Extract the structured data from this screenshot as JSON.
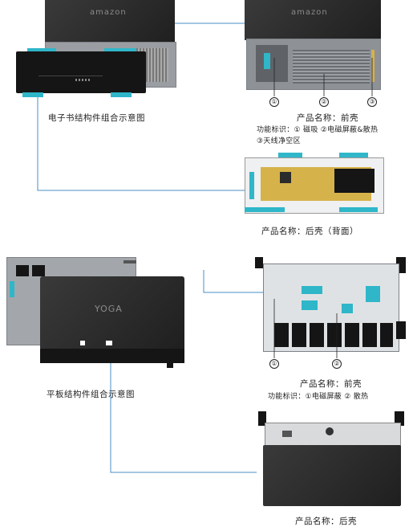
{
  "ereader": {
    "logo_left": "amazon",
    "logo_right": "amazon",
    "caption": "电子书结构件组合示意图",
    "front": {
      "product": "产品名称：前壳",
      "function": "功能标识：① 磁吸  ②电磁屏蔽&散热",
      "function2": "③天线净空区",
      "markers": [
        "①",
        "②",
        "③"
      ]
    },
    "back": {
      "product": "产品名称：后壳（背面）"
    }
  },
  "tablet": {
    "logo": "YOGA",
    "caption": "平板结构件组合示意图",
    "front": {
      "product": "产品名称：前壳",
      "function": "功能标识：①电磁屏蔽 ② 散热",
      "markers": [
        "①",
        "②"
      ]
    },
    "back": {
      "product": "产品名称：后壳"
    }
  },
  "colors": {
    "accent_cyan": "#2fb6c9",
    "connector_line": "#4a8fc4",
    "gold_shield": "#d6b24a"
  }
}
